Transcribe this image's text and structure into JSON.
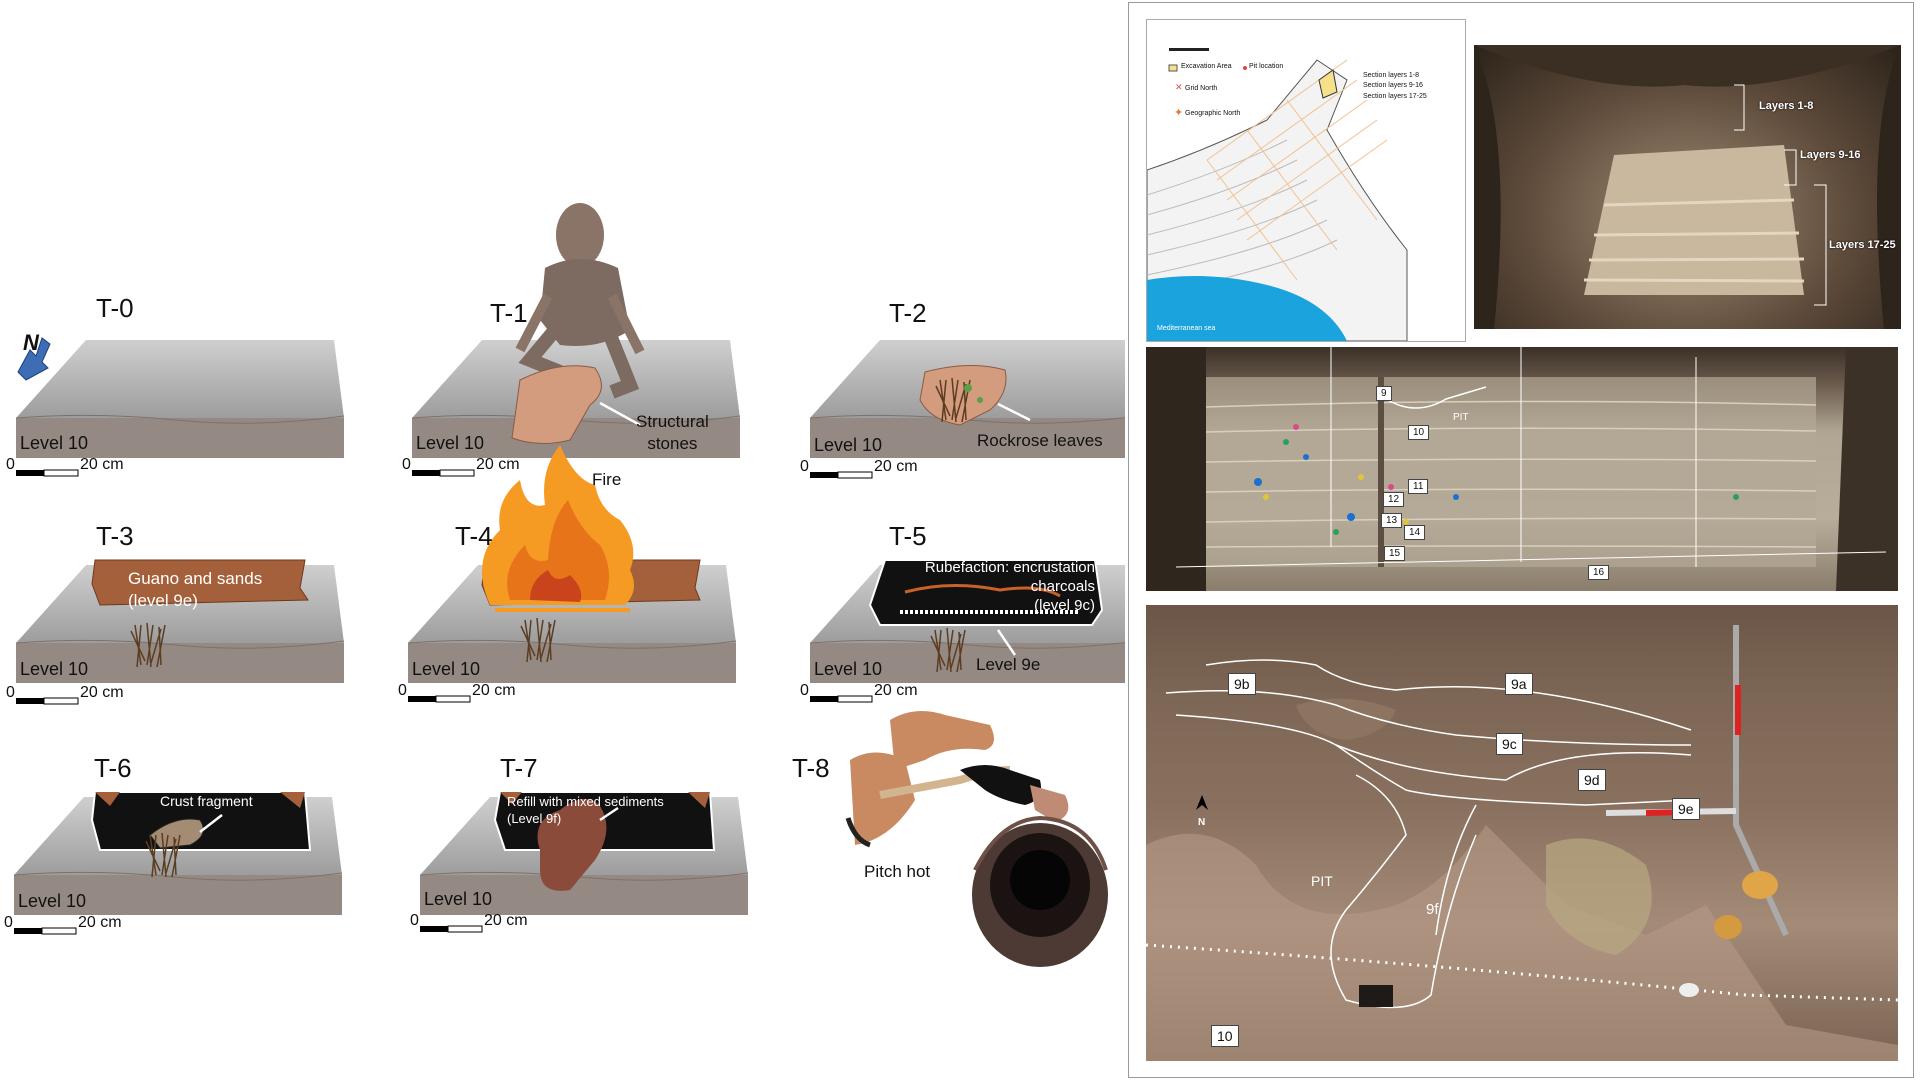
{
  "left_panel": {
    "north_label": "N",
    "stages": [
      {
        "id": "T-0",
        "level": "Level 10",
        "scale_zero": "0",
        "scale_len": "20 cm"
      },
      {
        "id": "T-1",
        "level": "Level 10",
        "scale_zero": "0",
        "scale_len": "20 cm",
        "annotation": "Structural\nstones"
      },
      {
        "id": "T-2",
        "level": "Level 10",
        "scale_zero": "0",
        "scale_len": "20 cm",
        "annotation": "Rockrose leaves"
      },
      {
        "id": "T-3",
        "level": "Level 10",
        "scale_zero": "0",
        "scale_len": "20 cm",
        "annotation": "Guano and sands\n(level 9e)"
      },
      {
        "id": "T-4",
        "level": "Level 10",
        "scale_zero": "0",
        "scale_len": "20 cm",
        "annotation": "Fire"
      },
      {
        "id": "T-5",
        "level": "Level 10",
        "scale_zero": "0",
        "scale_len": "20 cm",
        "annotation": "Rubefaction: encrustation\ncharcoals\n(level 9c)",
        "annotation2": "Level 9e"
      },
      {
        "id": "T-6",
        "level": "Level 10",
        "scale_zero": "0",
        "scale_len": "20 cm",
        "annotation": "Crust fragment"
      },
      {
        "id": "T-7",
        "level": "Level 10",
        "scale_zero": "0",
        "scale_len": "20 cm",
        "annotation": "Refill with mixed sediments\n(Level 9f)"
      },
      {
        "id": "T-8",
        "annotation": "Pitch hot"
      }
    ]
  },
  "right_panel": {
    "map": {
      "legend_excavation": "Excavation Area",
      "legend_pit": "Pit location",
      "legend_grid_north": "Grid North",
      "legend_geo_north": "Geographic North",
      "sections": [
        "Section layers 1-8",
        "Section layers 9-16",
        "Section layers 17-25"
      ],
      "sea_label": "Mediterranean sea"
    },
    "cave_photo": {
      "labels": [
        "Layers 1-8",
        "Layers 9-16",
        "Layers 17-25"
      ]
    },
    "section_photo": {
      "pit_label": "PIT",
      "tags": [
        "9",
        "10",
        "11",
        "12",
        "13",
        "14",
        "15",
        "16"
      ]
    },
    "pit_photo": {
      "tags": [
        "9b",
        "9a",
        "9c",
        "9d",
        "9e",
        "9f",
        "10"
      ],
      "pit_label": "PIT",
      "north": "N"
    }
  },
  "colors": {
    "block_top": "#b4b4b4",
    "block_side": "#958a83",
    "stone": "#d49c7f",
    "guano": "#a4603a",
    "crust": "#111111",
    "fire": "#f59a23",
    "sea": "#1ba3dd"
  }
}
